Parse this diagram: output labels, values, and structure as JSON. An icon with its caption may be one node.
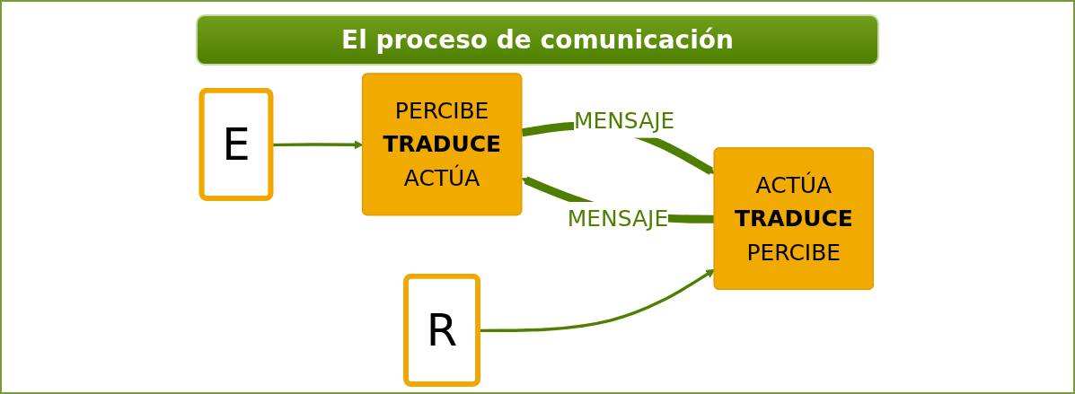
{
  "diagram": {
    "title": "El proceso de comunicación",
    "nodes": [
      {
        "text": [
          "E"
        ]
      },
      {
        "text": [
          "PERCIBE",
          "TRADUCE",
          "ACTÚA"
        ]
      },
      {
        "text": [
          "ACTÚA",
          "TRADUCE",
          "PERCIBE"
        ]
      },
      {
        "text": [
          "R"
        ]
      }
    ],
    "edges": [
      {
        "from": 0,
        "to": 1,
        "arrow": "to"
      },
      {
        "from": 2,
        "to": 1,
        "arrow": "to",
        "label": "MENSAJE",
        "style": "thick"
      },
      {
        "from": 1,
        "to": 2,
        "arrow": "to",
        "label": "MENSAJE",
        "style": "thick"
      },
      {
        "from": 3,
        "to": 2,
        "arrow": "to"
      }
    ]
  }
}
